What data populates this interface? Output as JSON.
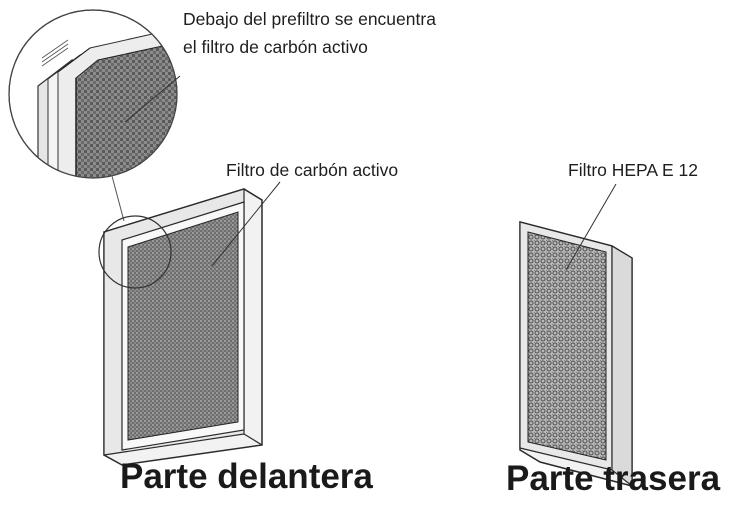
{
  "callouts": {
    "prefilter_note_line1": "Debajo del prefiltro se encuentra",
    "prefilter_note_line2": "el filtro de carbón activo",
    "carbon_filter": "Filtro de carbón activo",
    "hepa_filter": "Filtro HEPA E 12"
  },
  "captions": {
    "front": "Parte delantera",
    "back": "Parte trasera"
  },
  "colors": {
    "line": "#2b2b2b",
    "frame_fill": "#f2f2f2",
    "mesh_dark": "#555555",
    "mesh_light": "#9a9a9a"
  }
}
